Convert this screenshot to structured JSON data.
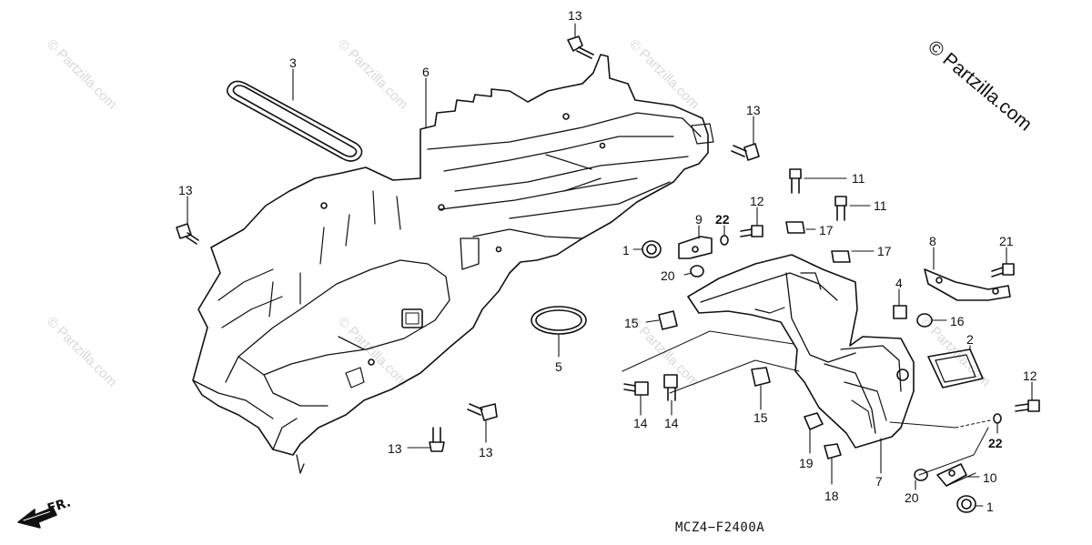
{
  "watermark_text": "© Partzilla.com",
  "copyright": "© Partzilla.com",
  "diagram_code": "MCZ4−F2400A",
  "front_indicator": "FR.",
  "callouts": {
    "c13a": "13",
    "c3": "3",
    "c6": "6",
    "c13b": "13",
    "c13c": "13",
    "c11a": "11",
    "c11b": "11",
    "c12a": "12",
    "c9": "9",
    "c22a": "22",
    "c17a": "17",
    "c17b": "17",
    "c1a": "1",
    "c20a": "20",
    "c8": "8",
    "c21": "21",
    "c4": "4",
    "c16": "16",
    "c5": "5",
    "c15a": "15",
    "c2": "2",
    "c12b": "12",
    "c22b": "22",
    "c14a": "14",
    "c14b": "14",
    "c15b": "15",
    "c19": "19",
    "c7": "7",
    "c10": "10",
    "c13d": "13",
    "c13e": "13",
    "c18": "18",
    "c20b": "20",
    "c1b": "1"
  }
}
